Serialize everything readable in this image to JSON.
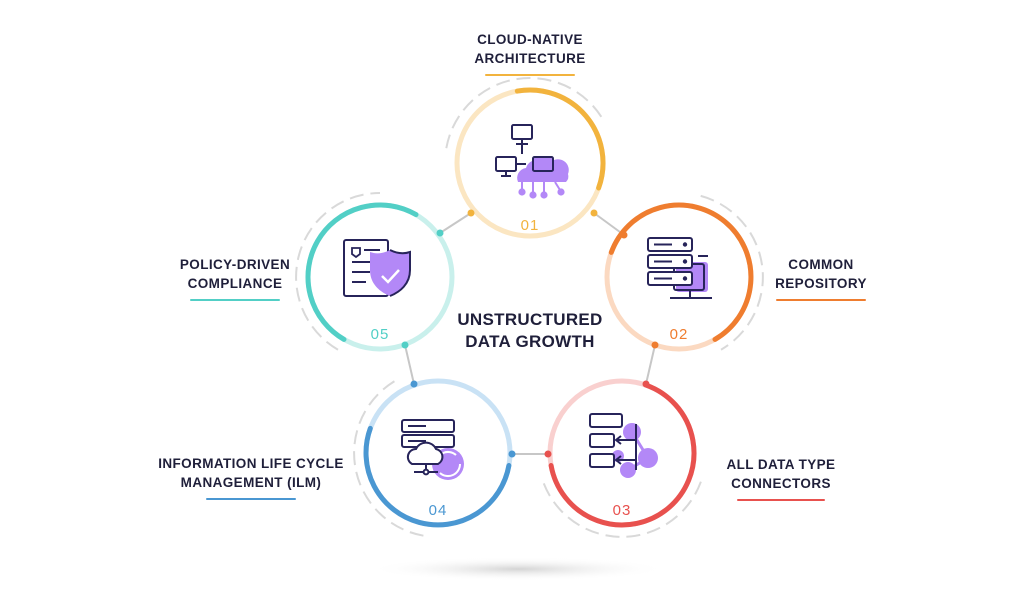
{
  "center": {
    "line1": "UNSTRUCTURED",
    "line2": "DATA GROWTH"
  },
  "steps": [
    {
      "number": "01",
      "line1": "CLOUD-NATIVE",
      "line2": "ARCHITECTURE",
      "color": "#f2b33d",
      "soft": "#fbe6c2"
    },
    {
      "number": "02",
      "line1": "COMMON",
      "line2": "REPOSITORY",
      "color": "#ef7d2f",
      "soft": "#fbd9c1"
    },
    {
      "number": "03",
      "line1": "ALL DATA TYPE",
      "line2": "CONNECTORS",
      "color": "#e8514e",
      "soft": "#f9d0cf"
    },
    {
      "number": "04",
      "line1": "INFORMATION LIFE CYCLE",
      "line2": "MANAGEMENT (ILM)",
      "color": "#4a97d2",
      "soft": "#c9e2f5"
    },
    {
      "number": "05",
      "line1": "POLICY-DRIVEN",
      "line2": "COMPLIANCE",
      "color": "#52cfc6",
      "soft": "#c9f0ec"
    }
  ],
  "colors": {
    "icon_dark": "#27245a",
    "icon_accent": "#b388f7",
    "connector": "#c7c7c7",
    "dash_ring": "#d9d9d9"
  }
}
